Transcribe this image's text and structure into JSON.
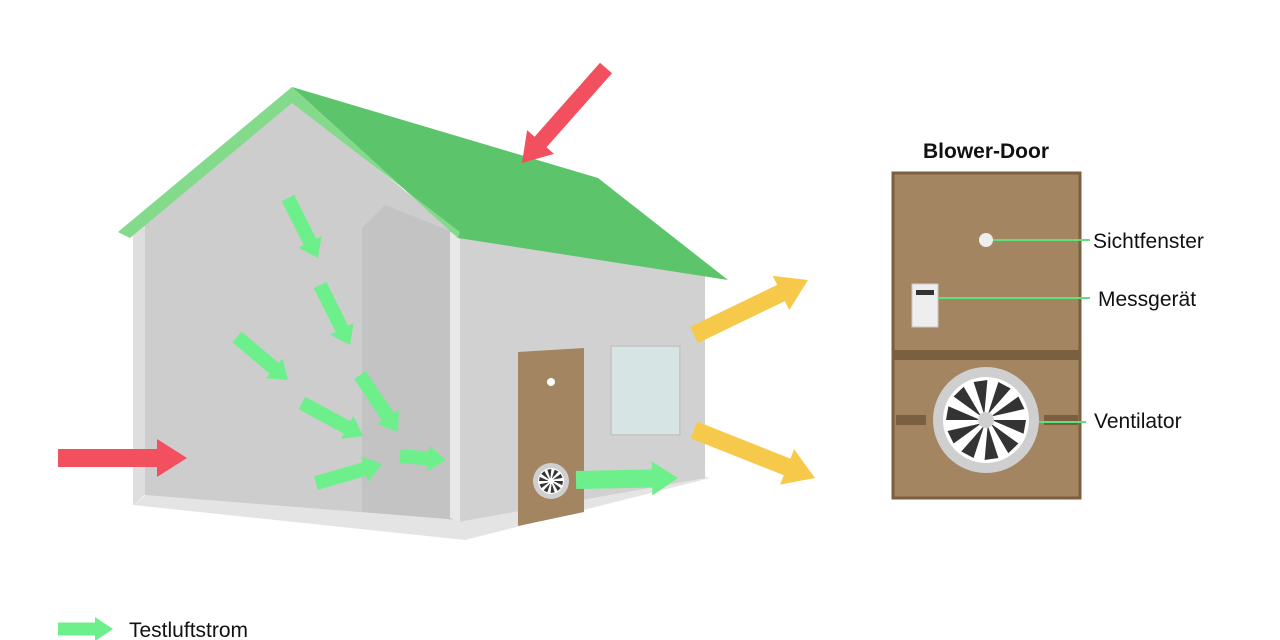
{
  "blower_door": {
    "title": "Blower-Door",
    "parts": [
      {
        "label": "Sichtfenster"
      },
      {
        "label": "Messgerät"
      },
      {
        "label": "Ventilator"
      }
    ]
  },
  "legend": {
    "label": "Testluftstrom"
  },
  "colors": {
    "roof": "#5cc46a",
    "roof_edge": "#7fd987",
    "wall": "#cdcdcd",
    "wall_inner": "#c5c5c5",
    "door": "#a38562",
    "window": "#d6e4e4",
    "test_airflow": "#6df08b",
    "infiltration": "#f2505f",
    "exfiltration": "#f7c94a",
    "pointer_line": "#5ee07a",
    "fan_frame": "#cfcfcf",
    "fan_blades": "#333333"
  }
}
